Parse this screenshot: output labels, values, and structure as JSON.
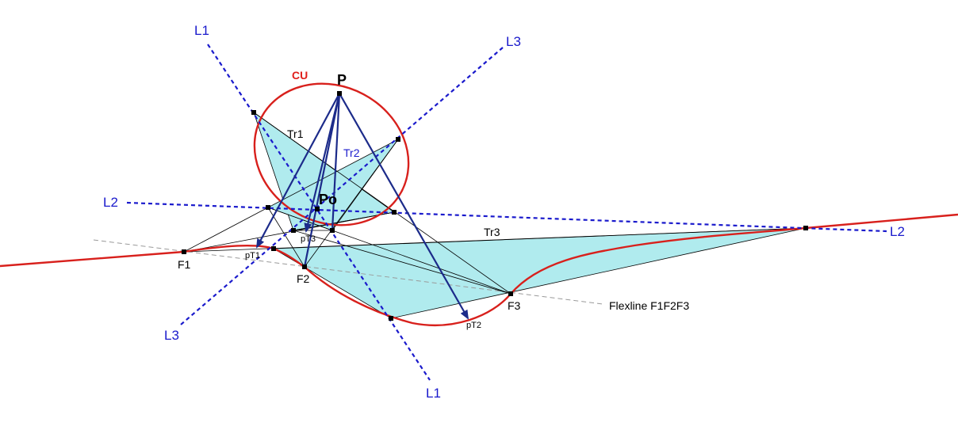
{
  "colors": {
    "curve": "#d8201c",
    "line": "#1a1acc",
    "arrow": "#1c2b8a",
    "fill": "#b0ebee",
    "edge": "#000000",
    "flexline": "#9a9a9a"
  },
  "labels": {
    "L1_top": "L1",
    "L1_bottom": "L1",
    "L2_left": "L2",
    "L2_right": "L2",
    "L3_top": "L3",
    "L3_bottom": "L3",
    "CU": "CU",
    "P": "P",
    "Po": "Po",
    "Tr1": "Tr1",
    "Tr2": "Tr2",
    "Tr3": "Tr3",
    "F1": "F1",
    "F2": "F2",
    "F3": "F3",
    "pT1": "pT1",
    "pT2": "pT2",
    "pT3": "pT3",
    "flexline": "Flexline F1F2F3"
  }
}
